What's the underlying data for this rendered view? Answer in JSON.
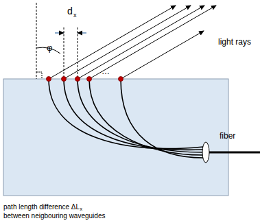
{
  "diagram": {
    "labels": [
      "d",
      "x",
      "φ",
      "light rays",
      "…",
      "fiber",
      "path length difference ΔL",
      "x",
      "between neigbouring waveguides"
    ]
  }
}
